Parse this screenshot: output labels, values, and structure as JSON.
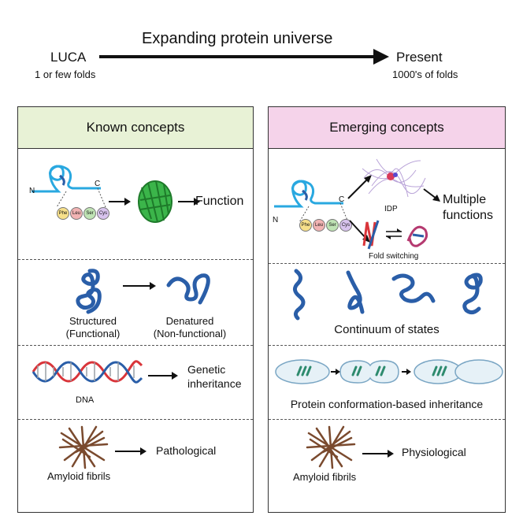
{
  "top": {
    "title": "Expanding protein universe",
    "start_label": "LUCA",
    "start_sub": "1 or few folds",
    "end_label": "Present",
    "end_sub": "1000's of folds"
  },
  "left": {
    "header": "Known concepts",
    "header_color": "#e8f2d6",
    "row1": {
      "n_label": "N",
      "c_label": "C",
      "residues": [
        "Phe",
        "Leu",
        "Ser",
        "Cys"
      ],
      "result": "Function"
    },
    "row2": {
      "structured": "Structured",
      "structured_sub": "(Functional)",
      "denatured": "Denatured",
      "denatured_sub": "(Non-functional)"
    },
    "row3": {
      "dna": "DNA",
      "result_line1": "Genetic",
      "result_line2": "inheritance"
    },
    "row4": {
      "label": "Amyloid fibrils",
      "result": "Pathological"
    }
  },
  "right": {
    "header": "Emerging concepts",
    "header_color": "#f5d3ea",
    "row1": {
      "n_label": "N",
      "c_label": "C",
      "residues": [
        "Phe",
        "Leu",
        "Ser",
        "Cys"
      ],
      "idp": "IDP",
      "fold_switching": "Fold switching",
      "result_line1": "Multiple",
      "result_line2": "functions"
    },
    "row2": {
      "label": "Continuum of states"
    },
    "row3": {
      "label": "Protein conformation-based inheritance"
    },
    "row4": {
      "label": "Amyloid fibrils",
      "result": "Physiological"
    }
  },
  "colors": {
    "protein_blue": "#2a5ea8",
    "chain_cyan": "#29a8e0",
    "gfp_green": "#3bb54a",
    "fibril_brown": "#7a4a2e"
  }
}
